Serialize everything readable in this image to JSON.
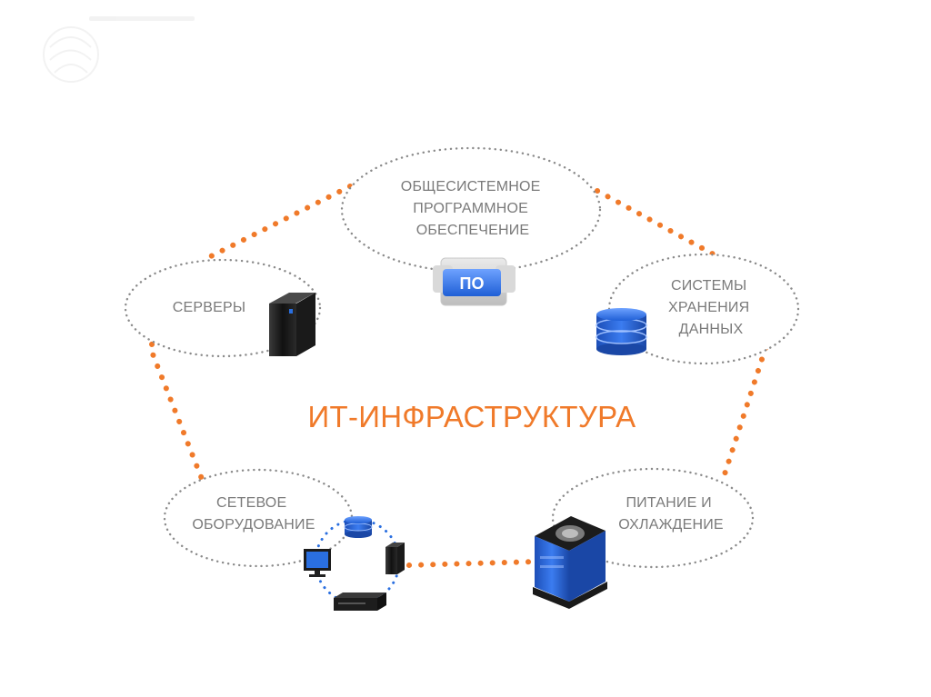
{
  "diagram": {
    "title": "ИТ-ИНФРАСТРУКТУРА",
    "nodes": [
      {
        "id": "system-software",
        "lines": [
          "ОБЩЕСИСТЕМНОЕ",
          "ПРОГРАММНОЕ",
          "ОБЕСПЕЧЕНИЕ"
        ],
        "icon": "software-package-icon",
        "badge": "ПО"
      },
      {
        "id": "servers",
        "lines": [
          "СЕРВЕРЫ"
        ],
        "icon": "server-tower-icon"
      },
      {
        "id": "storage",
        "lines": [
          "СИСТЕМЫ",
          "ХРАНЕНИЯ",
          "ДАННЫХ"
        ],
        "icon": "database-icon"
      },
      {
        "id": "network",
        "lines": [
          "СЕТЕВОЕ",
          "ОБОРУДОВАНИЕ"
        ],
        "icon": "network-cluster-icon"
      },
      {
        "id": "power-cooling",
        "lines": [
          "ПИТАНИЕ И",
          "ОХЛАЖДЕНИЕ"
        ],
        "icon": "cooling-unit-icon"
      }
    ]
  },
  "colors": {
    "accent_orange": "#f07a2a",
    "label_gray": "#7a7a7a",
    "ellipse_dots": "#8a8a8a",
    "icon_blue": "#1f5fd6",
    "network_dots": "#2a6fe0"
  }
}
